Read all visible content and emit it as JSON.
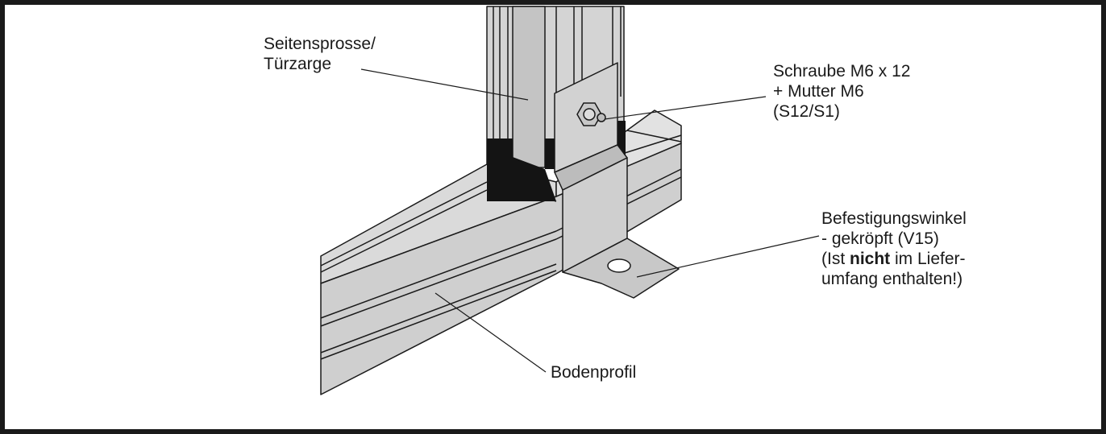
{
  "labels": {
    "seitensprosse": {
      "line1": "Seitensprosse/",
      "line2": "Türzarge"
    },
    "schraube": {
      "line1": "Schraube M6 x 12",
      "line2": "+ Mutter M6",
      "line3": "(S12/S1)"
    },
    "befestigungswinkel": {
      "line1": "Befestigungswinkel",
      "line2": "- gekröpft (V15)",
      "line3_pre": "(Ist ",
      "line3_bold": "nicht",
      "line3_post": " im Liefer-",
      "line4": "umfang enthalten!)"
    },
    "bodenprofil": {
      "line1": "Bodenprofil"
    }
  },
  "colors": {
    "frame": "#1a1a1a",
    "profile": "#d2d2d2",
    "profile_light": "#e3e3e3",
    "profile_dark": "#bdbdbd",
    "seal": "#141414",
    "bracket": "#cfcfcf"
  }
}
